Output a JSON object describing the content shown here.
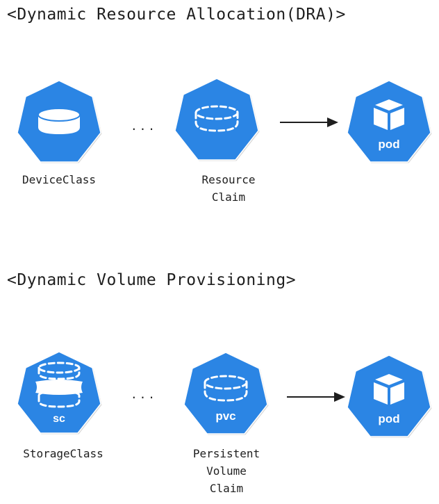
{
  "colors": {
    "node_fill": "#2b85e4",
    "node_stroke": "#d9d9d9",
    "icon": "#ffffff",
    "text": "#1e1e1e",
    "arrow": "#1e1e1e"
  },
  "sections": [
    {
      "title": "<Dynamic Resource Allocation(DRA)>",
      "nodes": [
        {
          "id": "device-class",
          "icon": "disk-icon",
          "badge": "",
          "label": "DeviceClass"
        },
        {
          "id": "resource-claim",
          "icon": "dashed-disk-icon",
          "badge": "",
          "label": "Resource\nClaim"
        },
        {
          "id": "pod",
          "icon": "cube-icon",
          "badge": "pod",
          "label": ""
        }
      ],
      "ellipsis": "...",
      "arrow": {
        "from": "resource-claim",
        "to": "pod"
      }
    },
    {
      "title": "<Dynamic Volume Provisioning>",
      "nodes": [
        {
          "id": "storage-class",
          "icon": "stacked-disks-icon",
          "badge": "sc",
          "label": "StorageClass"
        },
        {
          "id": "persistent-volume-claim",
          "icon": "dashed-disk-icon",
          "badge": "pvc",
          "label": "Persistent\nVolume\nClaim"
        },
        {
          "id": "pod",
          "icon": "cube-icon",
          "badge": "pod",
          "label": ""
        }
      ],
      "ellipsis": "...",
      "arrow": {
        "from": "persistent-volume-claim",
        "to": "pod"
      }
    }
  ]
}
